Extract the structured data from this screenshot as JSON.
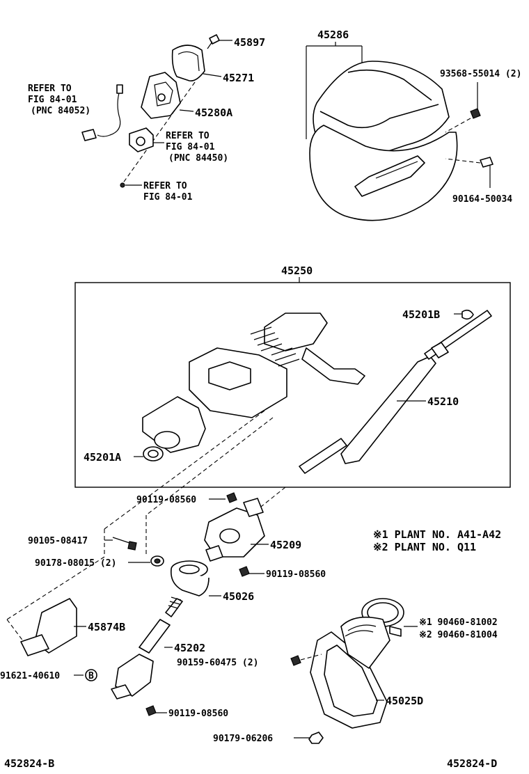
{
  "labels": {
    "p45897": "45897",
    "p45271": "45271",
    "p45280A": "45280A",
    "p45286": "45286",
    "p93568": "93568-55014 (2)",
    "p90164": "90164-50034",
    "refer1_l1": "REFER TO",
    "refer1_l2": "FIG 84-01",
    "refer1_l3": "(PNC 84052)",
    "refer2_l1": "REFER TO",
    "refer2_l2": "FIG 84-01",
    "refer2_l3": "(PNC 84450)",
    "refer3_l1": "REFER TO",
    "refer3_l2": "FIG 84-01",
    "p45250": "45250",
    "p45201B": "45201B",
    "p45210": "45210",
    "p45201A": "45201A",
    "p90119_top": "90119-08560",
    "p45209": "45209",
    "p90105": "90105-08417",
    "p90178": "90178-08015 (2)",
    "p90119_mid": "90119-08560",
    "p45026": "45026",
    "p45874B": "45874B",
    "p45202": "45202",
    "p91621": "91621-40610",
    "p90159": "90159-60475 (2)",
    "p90119_bot": "90119-08560",
    "p90460_1": "※1 90460-81002",
    "p90460_2": "※2 90460-81004",
    "p45025D": "45025D",
    "p90179": "90179-06206",
    "note1": "※1  PLANT  NO. A41-A42",
    "note2": "※2  PLANT  NO. Q11",
    "footer_left": "452824-B",
    "footer_right": "452824-D",
    "circle_b": "B"
  }
}
